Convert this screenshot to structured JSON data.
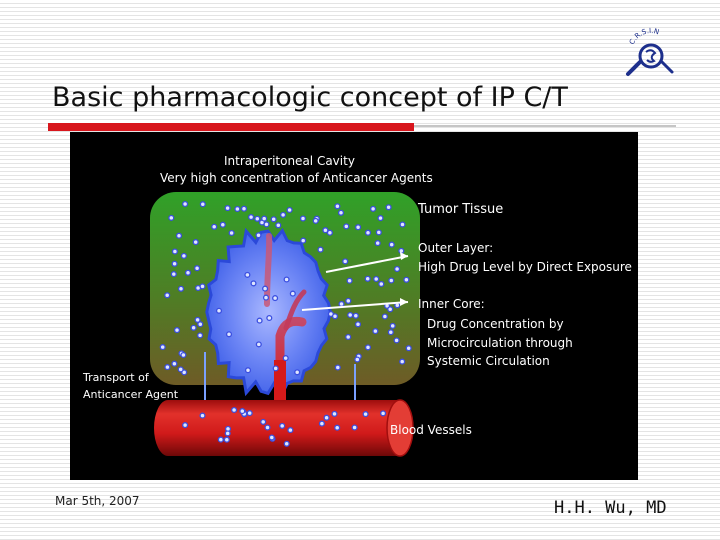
{
  "slide": {
    "title": "Basic pharmacologic concept of IP C/T",
    "footer_date": "Mar 5th, 2007",
    "footer_author": "H.H. Wu, MD"
  },
  "logo": {
    "icon": "emblem-logo-icon",
    "text": "C.R.S.I.N"
  },
  "figure": {
    "cavity_label_line1": "Intraperitoneal Cavity",
    "cavity_label_line2": "Very high concentration of Anticancer Agents",
    "tumor_tissue_label": "Tumor Tissue",
    "outer_layer_line1": "Outer Layer:",
    "outer_layer_line2": "High Drug Level by Direct Exposure",
    "inner_core_line1": "Inner Core:",
    "inner_core_line2": "Drug Concentration by",
    "inner_core_line3": "Microcirculation through",
    "inner_core_line4": "Systemic Circulation",
    "transport_line1": "Transport of",
    "transport_line2": "Anticancer Agent",
    "blood_vessels_label": "Blood Vessels",
    "colors": {
      "background": "#000000",
      "cavity_green_top": "#2fa327",
      "cavity_green_bottom": "#6c5a26",
      "tumor_blue": "#4a6df0",
      "vessel_red": "#d51a1a",
      "drug_dot": "#3b4fe0"
    }
  }
}
